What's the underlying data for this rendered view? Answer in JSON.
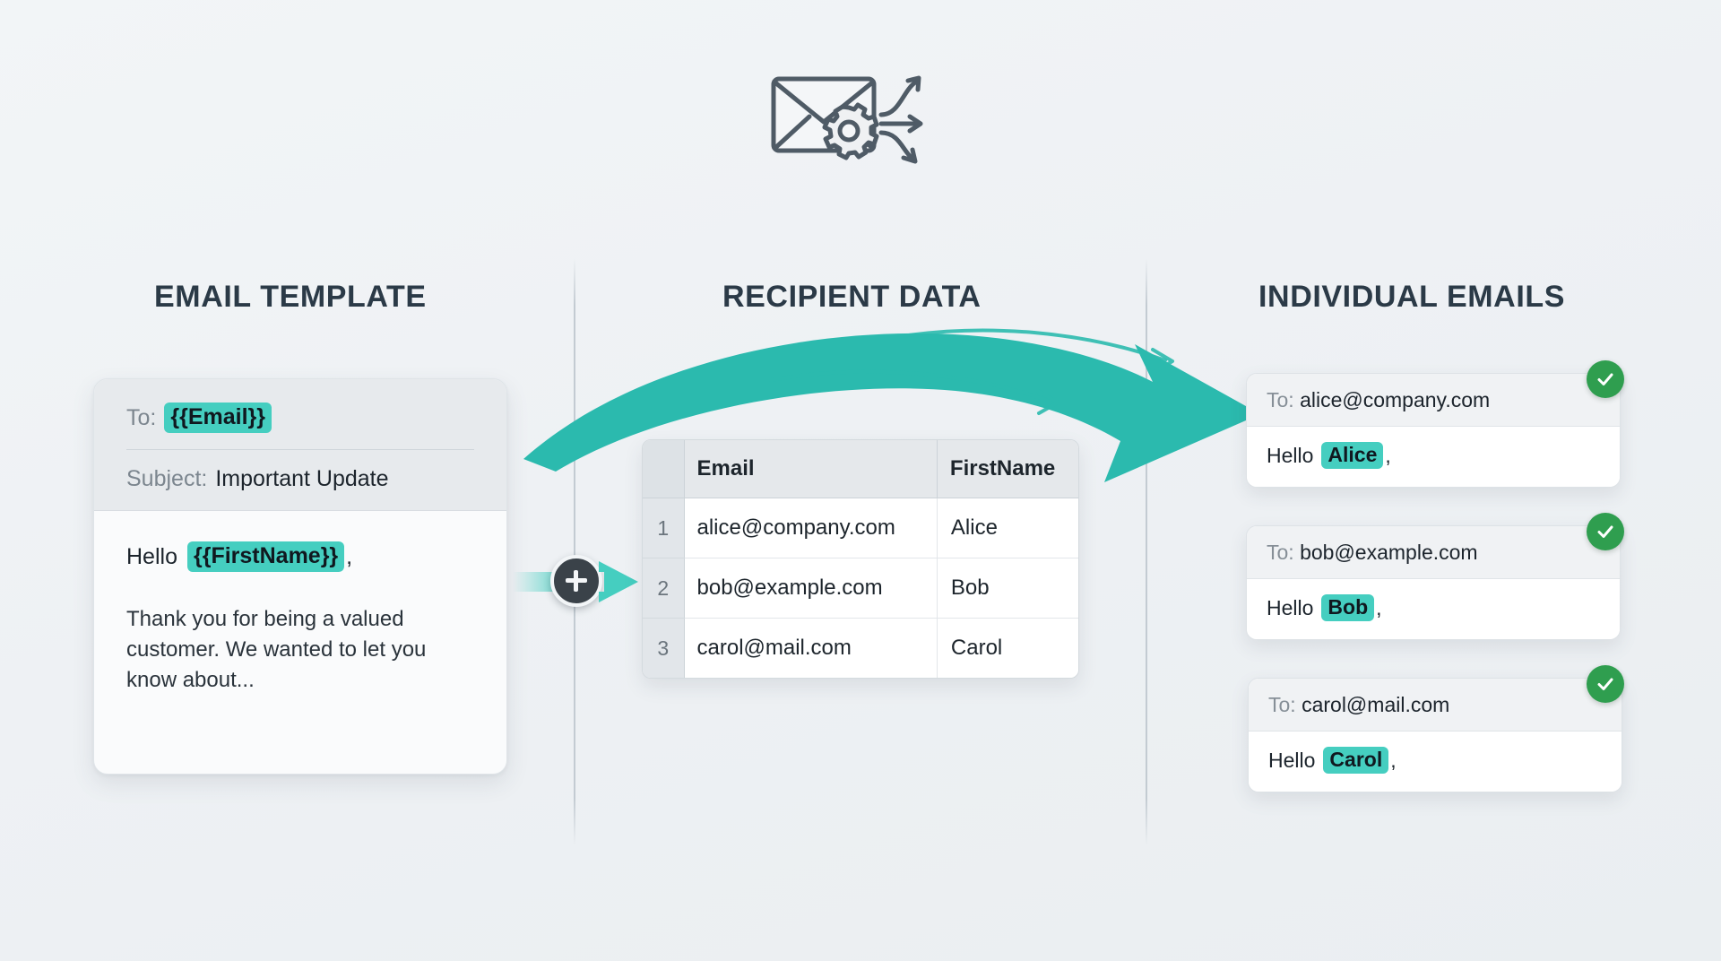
{
  "hero": {
    "icon": "envelope-gear-distribute-icon"
  },
  "columns": {
    "template_title": "EMAIL TEMPLATE",
    "data_title": "RECIPIENT DATA",
    "output_title": "INDIVIDUAL EMAILS"
  },
  "template": {
    "to_label": "To:",
    "to_token": "{{Email}}",
    "subject_label": "Subject:",
    "subject_value": "Important Update",
    "greeting_word": "Hello",
    "greeting_token": "{{FirstName}}",
    "greeting_comma": ",",
    "body_text": "Thank you for being a valued customer. We wanted to let you know about..."
  },
  "connector": {
    "plus_label": "+",
    "arrow": "merge-arrow-icon"
  },
  "table": {
    "headers": [
      "",
      "Email",
      "FirstName"
    ],
    "rows": [
      {
        "index": "1",
        "email": "alice@company.com",
        "first_name": "Alice"
      },
      {
        "index": "2",
        "email": "bob@example.com",
        "first_name": "Bob"
      },
      {
        "index": "3",
        "email": "carol@mail.com",
        "first_name": "Carol"
      }
    ]
  },
  "emails": [
    {
      "to_label": "To:",
      "address": "alice@company.com",
      "greeting_word": "Hello",
      "name": "Alice",
      "comma": ",",
      "status": "sent-check-icon"
    },
    {
      "to_label": "To:",
      "address": "bob@example.com",
      "greeting_word": "Hello",
      "name": "Bob",
      "comma": ",",
      "status": "sent-check-icon"
    },
    {
      "to_label": "To:",
      "address": "carol@mail.com",
      "greeting_word": "Hello",
      "name": "Carol",
      "comma": ",",
      "status": "sent-check-icon"
    }
  ],
  "colors": {
    "accent_teal": "#45cec0",
    "arrow_teal": "#2bbaae",
    "success_green": "#2f9e4f",
    "heading": "#2b3a47",
    "background": "#eef1f4"
  }
}
